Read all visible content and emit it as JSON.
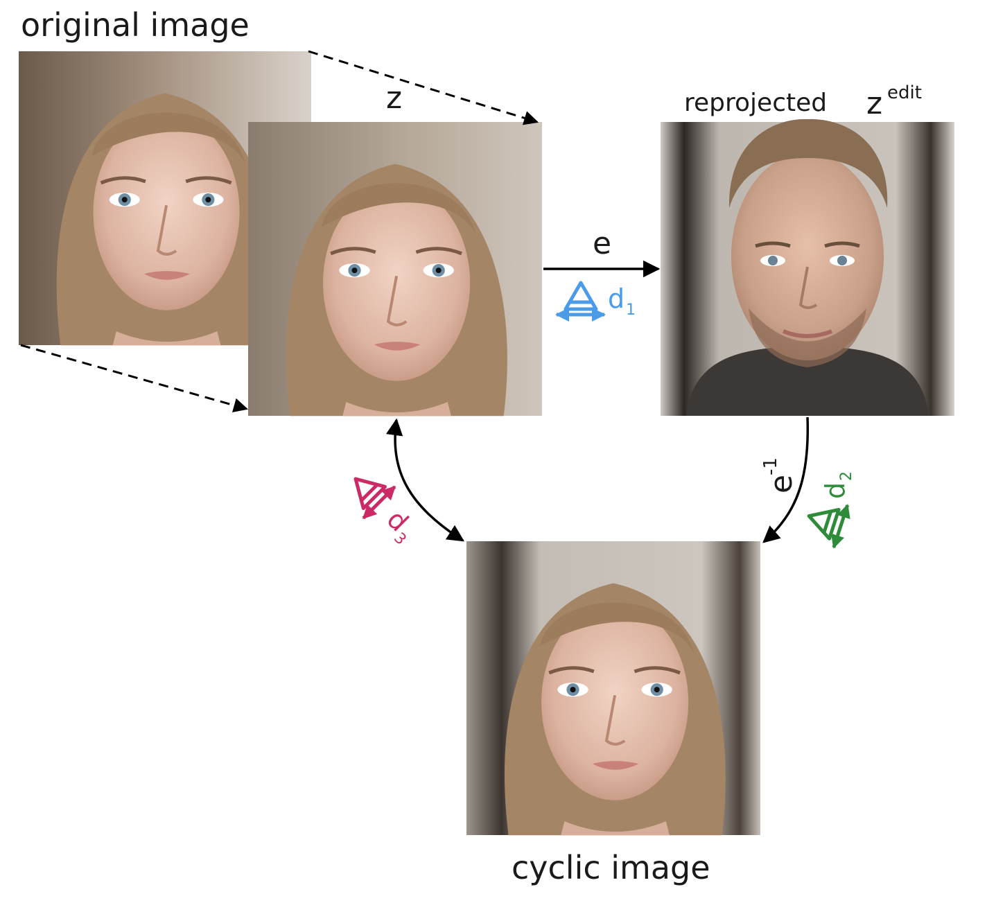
{
  "labels": {
    "original_image": "original image",
    "latent_z": "z",
    "reprojected": "reprojected",
    "z_edit_base": "z",
    "z_edit_sup": "edit",
    "edit_e": "e",
    "inverse_e_base": "e",
    "inverse_e_sup": "-1",
    "cyclic_image": "cyclic image",
    "d1_base": "d",
    "d1_sub": "1",
    "d2_base": "d",
    "d2_sub": "2",
    "d3_base": "d",
    "d3_sub": "3"
  },
  "icons": {
    "face_photo": "face-photo-icon",
    "distance_measure": "distance-measure-icon"
  },
  "colors": {
    "d1": "#4a9be8",
    "d2": "#2e8b3a",
    "d3": "#cc2a66",
    "arrow": "#000000"
  }
}
